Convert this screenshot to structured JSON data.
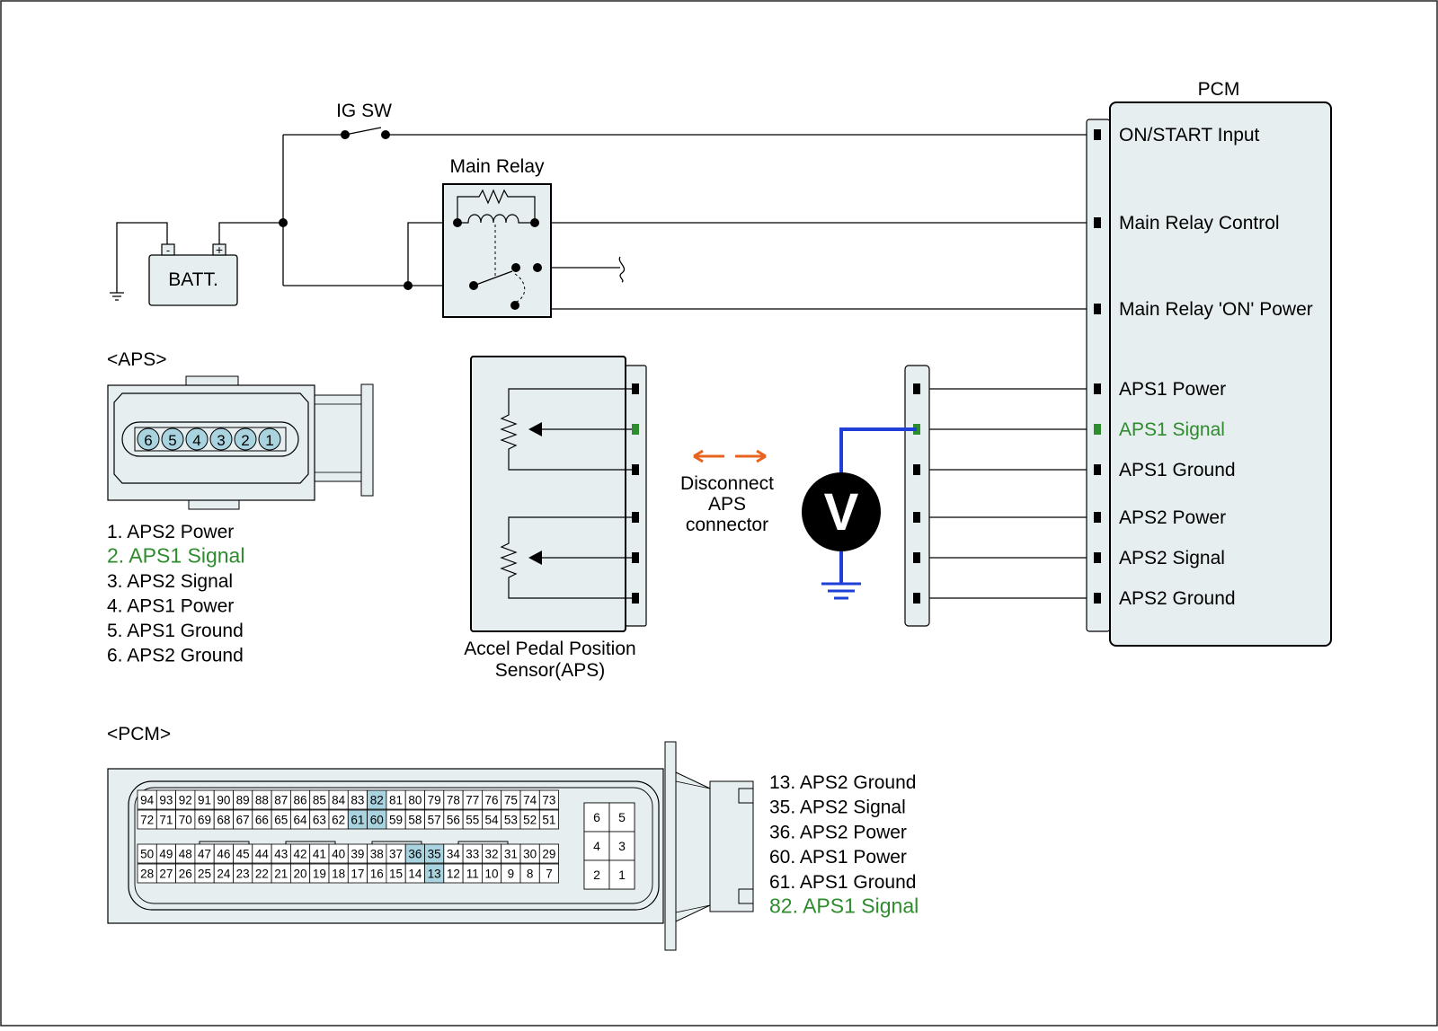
{
  "colors": {
    "signal_green": "#2e8b2e",
    "meter_blue": "#1f3fd6",
    "arrow_orange": "#e8641e",
    "pin_highlight": "#a9d3df",
    "panel_fill": "#e6eeef",
    "line": "#000000"
  },
  "labels": {
    "ig_sw": "IG SW",
    "main_relay": "Main Relay",
    "batt": "BATT.",
    "batt_minus": "-",
    "batt_plus": "+",
    "pcm_title": "PCM",
    "aps_section": "<APS>",
    "pcm_section": "<PCM>",
    "meter": "V",
    "disconnect": [
      "Disconnect",
      "APS",
      "connector"
    ],
    "aps_sensor": [
      "Accel Pedal Position",
      "Sensor(APS)"
    ]
  },
  "pcm_terminals": [
    {
      "label": "ON/START Input",
      "highlight": false
    },
    {
      "label": "Main Relay Control",
      "highlight": false
    },
    {
      "label": "Main Relay 'ON' Power",
      "highlight": false
    },
    {
      "label": "APS1 Power",
      "highlight": false
    },
    {
      "label": "APS1 Signal",
      "highlight": true
    },
    {
      "label": "APS1 Ground",
      "highlight": false
    },
    {
      "label": "APS2 Power",
      "highlight": false
    },
    {
      "label": "APS2 Signal",
      "highlight": false
    },
    {
      "label": "APS2 Ground",
      "highlight": false
    }
  ],
  "aps_connector_pins": [
    "6",
    "5",
    "4",
    "3",
    "2",
    "1"
  ],
  "aps_pin_list": [
    {
      "text": "1. APS2 Power",
      "highlight": false
    },
    {
      "text": "2. APS1 Signal",
      "highlight": true
    },
    {
      "text": "3. APS2 Signal",
      "highlight": false
    },
    {
      "text": "4. APS1 Power",
      "highlight": false
    },
    {
      "text": "5. APS1 Ground",
      "highlight": false
    },
    {
      "text": "6. APS2 Ground",
      "highlight": false
    }
  ],
  "pcm_connector": {
    "rows": [
      [
        "94",
        "93",
        "92",
        "91",
        "90",
        "89",
        "88",
        "87",
        "86",
        "85",
        "84",
        "83",
        "82",
        "81",
        "80",
        "79",
        "78",
        "77",
        "76",
        "75",
        "74",
        "73"
      ],
      [
        "72",
        "71",
        "70",
        "69",
        "68",
        "67",
        "66",
        "65",
        "64",
        "63",
        "62",
        "61",
        "60",
        "59",
        "58",
        "57",
        "56",
        "55",
        "54",
        "53",
        "52",
        "51"
      ],
      [
        "50",
        "49",
        "48",
        "47",
        "46",
        "45",
        "44",
        "43",
        "42",
        "41",
        "40",
        "39",
        "38",
        "37",
        "36",
        "35",
        "34",
        "33",
        "32",
        "31",
        "30",
        "29"
      ],
      [
        "28",
        "27",
        "26",
        "25",
        "24",
        "23",
        "22",
        "21",
        "20",
        "19",
        "18",
        "17",
        "16",
        "15",
        "14",
        "13",
        "12",
        "11",
        "10",
        "9",
        "8",
        "7"
      ]
    ],
    "highlighted_pins": [
      "82",
      "61",
      "60",
      "36",
      "35",
      "13"
    ],
    "small_block": [
      [
        "6",
        "5"
      ],
      [
        "4",
        "3"
      ],
      [
        "2",
        "1"
      ]
    ]
  },
  "pcm_pin_list": [
    {
      "text": "13. APS2 Ground",
      "highlight": false
    },
    {
      "text": "35. APS2 Signal",
      "highlight": false
    },
    {
      "text": "36. APS2 Power",
      "highlight": false
    },
    {
      "text": "60. APS1 Power",
      "highlight": false
    },
    {
      "text": "61. APS1 Ground",
      "highlight": false
    },
    {
      "text": "82. APS1 Signal",
      "highlight": true
    }
  ]
}
